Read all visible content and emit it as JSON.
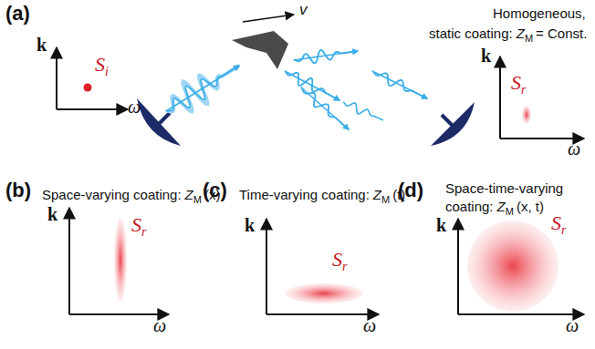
{
  "diagram": {
    "labels": [
      "(a)",
      "k",
      "ω",
      "S",
      "i",
      "v",
      "Homogeneous,",
      "static coating:",
      "Z",
      "M",
      "= Const.",
      "k",
      "ω",
      "S",
      "r",
      "(b)",
      "Space-varying coating:",
      "Z",
      "M",
      "(x)",
      "k",
      "ω",
      "S",
      "r",
      "(c)",
      "Time-varying coating:",
      "Z",
      "M",
      "(t)",
      "k",
      "ω",
      "S",
      "r",
      "(d)",
      "Space-time-varying",
      "coating:",
      "Z",
      "M",
      "(x, t)",
      "k",
      "ω",
      "S",
      "r"
    ]
  }
}
